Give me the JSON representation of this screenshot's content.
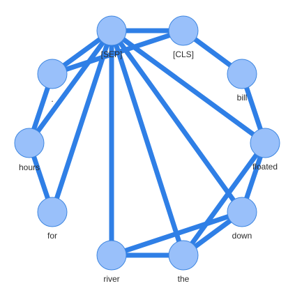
{
  "graph": {
    "colors": {
      "edge": "#2f7fe6",
      "node_fill": "#99c0fa",
      "node_stroke": "#3e86e0",
      "label": "#2b2b2b"
    },
    "nodes": [
      {
        "id": "sep",
        "label": "[SEP]"
      },
      {
        "id": "cls",
        "label": "[CLS]"
      },
      {
        "id": "bill",
        "label": "bill"
      },
      {
        "id": "floated",
        "label": "floated"
      },
      {
        "id": "down",
        "label": "down"
      },
      {
        "id": "the",
        "label": "the"
      },
      {
        "id": "river",
        "label": "river"
      },
      {
        "id": "for",
        "label": "for"
      },
      {
        "id": "hours",
        "label": "hours"
      },
      {
        "id": "dot",
        "label": "."
      }
    ],
    "edges": [
      [
        "sep",
        "cls"
      ],
      [
        "sep",
        "dot"
      ],
      [
        "sep",
        "hours"
      ],
      [
        "sep",
        "for"
      ],
      [
        "sep",
        "river"
      ],
      [
        "sep",
        "the"
      ],
      [
        "sep",
        "down"
      ],
      [
        "sep",
        "floated"
      ],
      [
        "cls",
        "bill"
      ],
      [
        "cls",
        "dot"
      ],
      [
        "bill",
        "floated"
      ],
      [
        "floated",
        "down"
      ],
      [
        "floated",
        "the"
      ],
      [
        "down",
        "the"
      ],
      [
        "down",
        "river"
      ],
      [
        "river",
        "the"
      ],
      [
        "for",
        "hours"
      ],
      [
        "hours",
        "dot"
      ]
    ]
  }
}
